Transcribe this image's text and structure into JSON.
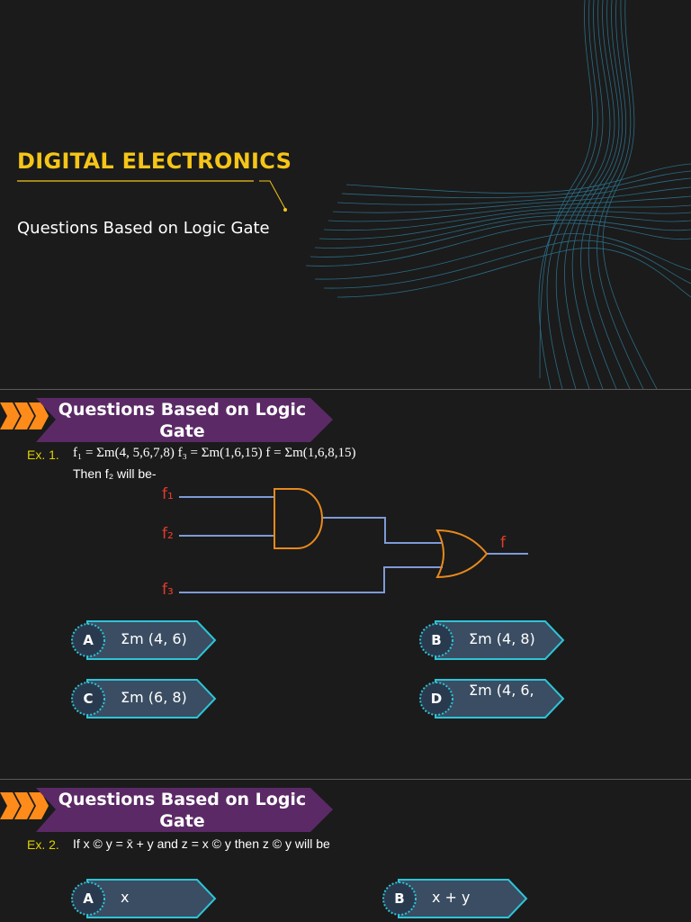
{
  "slide1": {
    "title": "DIGITAL ELECTRONICS",
    "subtitle": "Questions Based on Logic Gate"
  },
  "slide2": {
    "banner": "Questions Based on Logic Gate",
    "example_label": "Ex. 1.",
    "question_line1": "f₁ = Σm(4,  5,6,7,8) f₃ = Σm(1,6,15) f = Σm(1,6,8,15)",
    "question_line2": "Then f₂ will be-",
    "circuit": {
      "input1": "f₁",
      "input2": "f₂",
      "input3": "f₃",
      "output": "f"
    },
    "options": [
      {
        "letter": "A",
        "text": "Σm (4, 6)"
      },
      {
        "letter": "B",
        "text": "Σm (4, 8)"
      },
      {
        "letter": "C",
        "text": "Σm (6, 8)"
      },
      {
        "letter": "D",
        "text": "Σm   (4,   6,"
      }
    ]
  },
  "slide3": {
    "banner": "Questions Based on Logic Gate",
    "example_label": "Ex. 2.",
    "question_line1": "If x © y = x̄ + y and z = x © y then z © y will be",
    "options": [
      {
        "letter": "A",
        "text": "x"
      },
      {
        "letter": "B",
        "text": "x + y"
      }
    ]
  },
  "colors": {
    "title": "#f5c518",
    "banner": "#5b2a66",
    "chevron": "#ff8c1a",
    "option_fill": "#3a4d62",
    "option_border": "#2ec4d6",
    "gate": "#e8891c",
    "wire": "#7f9ad6",
    "label_red": "#e23b2e"
  }
}
